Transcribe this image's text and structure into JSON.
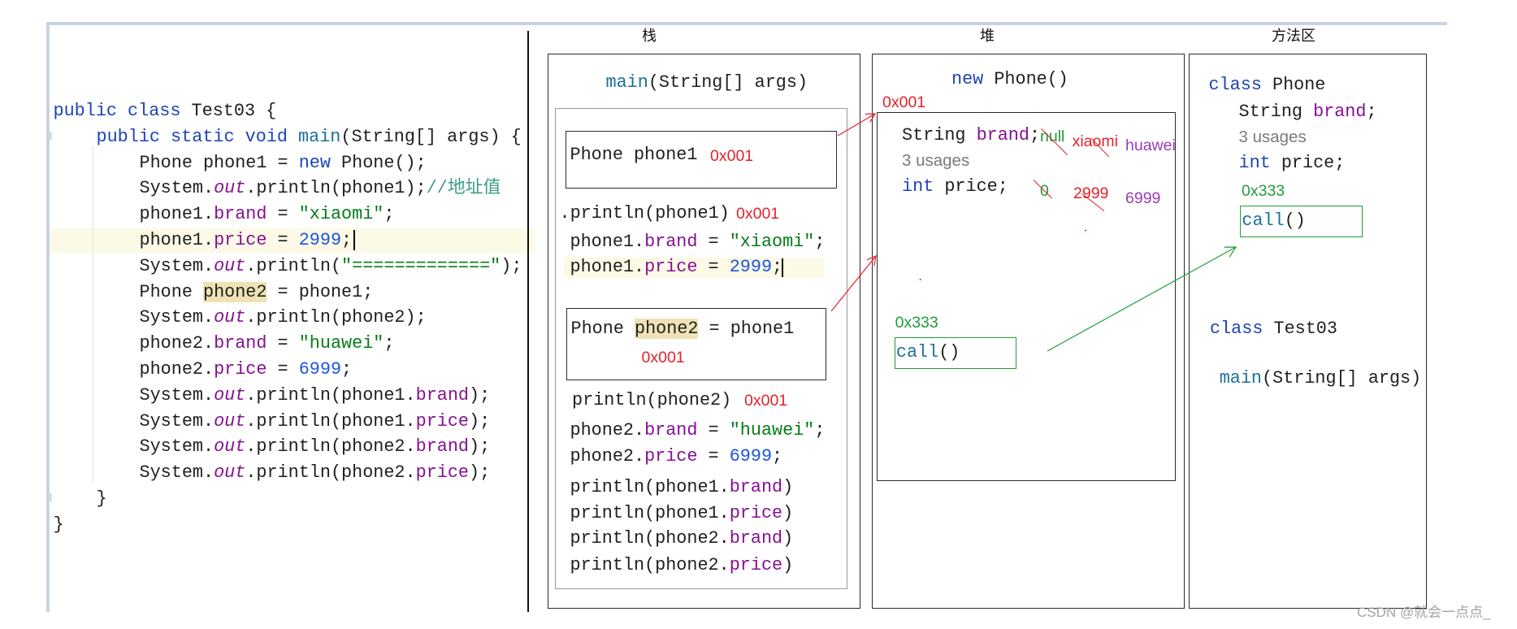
{
  "colors": {
    "keyword": "#1d45b5",
    "method": "#1b7197",
    "field": "#871094",
    "string": "#067d17",
    "number": "#1f55e0",
    "comment": "#3c9c88",
    "identifier_highlight": "#efe2b4",
    "current_line": "#fcf9e6",
    "annotation_red": "#e5212b",
    "annotation_green": "#1f9d3b",
    "annotation_purple": "#9c3cb8",
    "usages_gray": "#7a7a7a",
    "editor_border": "#c9d3e2",
    "watermark": "#a3a3a3"
  },
  "code_editor": {
    "lines": [
      [
        {
          "kw": "public class "
        },
        {
          "t": "Test03 {"
        }
      ],
      [
        {
          "kw": "public static void "
        },
        {
          "fn": "main"
        },
        {
          "t": "(String[] args) {"
        }
      ],
      [
        {
          "t": "Phone phone1 = "
        },
        {
          "kw": "new "
        },
        {
          "t": "Phone();"
        }
      ],
      [
        {
          "t": "System."
        },
        {
          "st": "out"
        },
        {
          "t": ".println(phone1);"
        },
        {
          "cm": "//地址值"
        }
      ],
      [
        {
          "t": "phone1."
        },
        {
          "fld": "brand"
        },
        {
          "t": " = "
        },
        {
          "str": "\"xiaomi\""
        },
        {
          "t": ";"
        }
      ],
      [
        {
          "t": "phone1."
        },
        {
          "fld": "price"
        },
        {
          "t": " = "
        },
        {
          "num": "2999"
        },
        {
          "t": ";"
        }
      ],
      [
        {
          "t": "System."
        },
        {
          "st": "out"
        },
        {
          "t": ".println("
        },
        {
          "str": "\"=============\""
        },
        {
          "t": ");"
        }
      ],
      [
        {
          "t": "Phone "
        },
        {
          "hl": "phone2"
        },
        {
          "t": " = phone1;"
        }
      ],
      [
        {
          "t": "System."
        },
        {
          "st": "out"
        },
        {
          "t": ".println(phone2);"
        }
      ],
      [
        {
          "t": "phone2."
        },
        {
          "fld": "brand"
        },
        {
          "t": " = "
        },
        {
          "str": "\"huawei\""
        },
        {
          "t": ";"
        }
      ],
      [
        {
          "t": "phone2."
        },
        {
          "fld": "price"
        },
        {
          "t": " = "
        },
        {
          "num": "6999"
        },
        {
          "t": ";"
        }
      ],
      [
        {
          "t": "System."
        },
        {
          "st": "out"
        },
        {
          "t": ".println(phone1."
        },
        {
          "fld": "brand"
        },
        {
          "t": ");"
        }
      ],
      [
        {
          "t": "System."
        },
        {
          "st": "out"
        },
        {
          "t": ".println(phone1."
        },
        {
          "fld": "price"
        },
        {
          "t": ");"
        }
      ],
      [
        {
          "t": "System."
        },
        {
          "st": "out"
        },
        {
          "t": ".println(phone2."
        },
        {
          "fld": "brand"
        },
        {
          "t": ");"
        }
      ],
      [
        {
          "t": "System."
        },
        {
          "st": "out"
        },
        {
          "t": ".println(phone2."
        },
        {
          "fld": "price"
        },
        {
          "t": ");"
        }
      ],
      [
        {
          "t": "}"
        }
      ],
      [
        {
          "t": "}"
        }
      ]
    ]
  },
  "stack": {
    "header": "栈",
    "frame_title": [
      {
        "fn": "main"
      },
      {
        "t": "(String[] args)"
      }
    ],
    "phone1_decl": {
      "code": [
        {
          "t": "Phone phone1"
        }
      ],
      "address": "0x001"
    },
    "println_phone1": {
      "code": [
        {
          "t": ".println(phone1)"
        }
      ],
      "address": "0x001"
    },
    "phone1_brand": [
      {
        "t": "phone1."
      },
      {
        "fld": "brand"
      },
      {
        "t": " = "
      },
      {
        "str": "\"xiaomi\""
      },
      {
        "t": ";"
      }
    ],
    "phone1_price": [
      {
        "t": "phone1."
      },
      {
        "fld": "price"
      },
      {
        "t": " = "
      },
      {
        "num": "2999"
      },
      {
        "t": ";"
      }
    ],
    "phone2_decl": {
      "code": [
        {
          "t": "Phone "
        },
        {
          "hl": "phone2"
        },
        {
          "t": " = phone1"
        }
      ],
      "address": "0x001"
    },
    "println_phone2": {
      "code": [
        {
          "t": "println(phone2)"
        }
      ],
      "address": "0x001"
    },
    "phone2_brand": [
      {
        "t": "phone2."
      },
      {
        "fld": "brand"
      },
      {
        "t": " = "
      },
      {
        "str": "\"huawei\""
      },
      {
        "t": ";"
      }
    ],
    "phone2_price": [
      {
        "t": "phone2."
      },
      {
        "fld": "price"
      },
      {
        "t": " = "
      },
      {
        "num": "6999"
      },
      {
        "t": ";"
      }
    ],
    "prints": [
      [
        {
          "t": "println(phone1."
        },
        {
          "fld": "brand"
        },
        {
          "t": ")"
        }
      ],
      [
        {
          "t": "println(phone1."
        },
        {
          "fld": "price"
        },
        {
          "t": ")"
        }
      ],
      [
        {
          "t": "println(phone2."
        },
        {
          "fld": "brand"
        },
        {
          "t": ")"
        }
      ],
      [
        {
          "t": "println(phone2."
        },
        {
          "fld": "price"
        },
        {
          "t": ")"
        }
      ]
    ]
  },
  "heap": {
    "header": "堆",
    "object_title": [
      {
        "kw": "new"
      },
      {
        "t": " Phone()"
      }
    ],
    "object_address": "0x001",
    "brand_field": [
      {
        "t": "String "
      },
      {
        "fld": "brand"
      },
      {
        "t": ";"
      }
    ],
    "brand_values": [
      "null",
      "xiaomi",
      "huawei"
    ],
    "usages": "3 usages",
    "price_field": [
      {
        "kw": "int"
      },
      {
        "t": " price;"
      }
    ],
    "price_values": [
      "0",
      "2999",
      "6999"
    ],
    "method_address": "0x333",
    "method": [
      {
        "fn": "call"
      },
      {
        "t": "()"
      }
    ]
  },
  "method_area": {
    "header": "方法区",
    "class_phone": [
      {
        "kw": "class"
      },
      {
        "t": " Phone"
      }
    ],
    "brand_field": [
      {
        "t": "String "
      },
      {
        "fld": "brand"
      },
      {
        "t": ";"
      }
    ],
    "usages": "3 usages",
    "price_field": [
      {
        "kw": "int"
      },
      {
        "t": " price;"
      }
    ],
    "method_address": "0x333",
    "method": [
      {
        "fn": "call"
      },
      {
        "t": "()"
      }
    ],
    "class_test": [
      {
        "kw": "class"
      },
      {
        "t": " Test03"
      }
    ],
    "main_method": [
      {
        "fn": "main"
      },
      {
        "t": "(String[] args)"
      }
    ]
  },
  "watermark": "CSDN @就会一点点_"
}
